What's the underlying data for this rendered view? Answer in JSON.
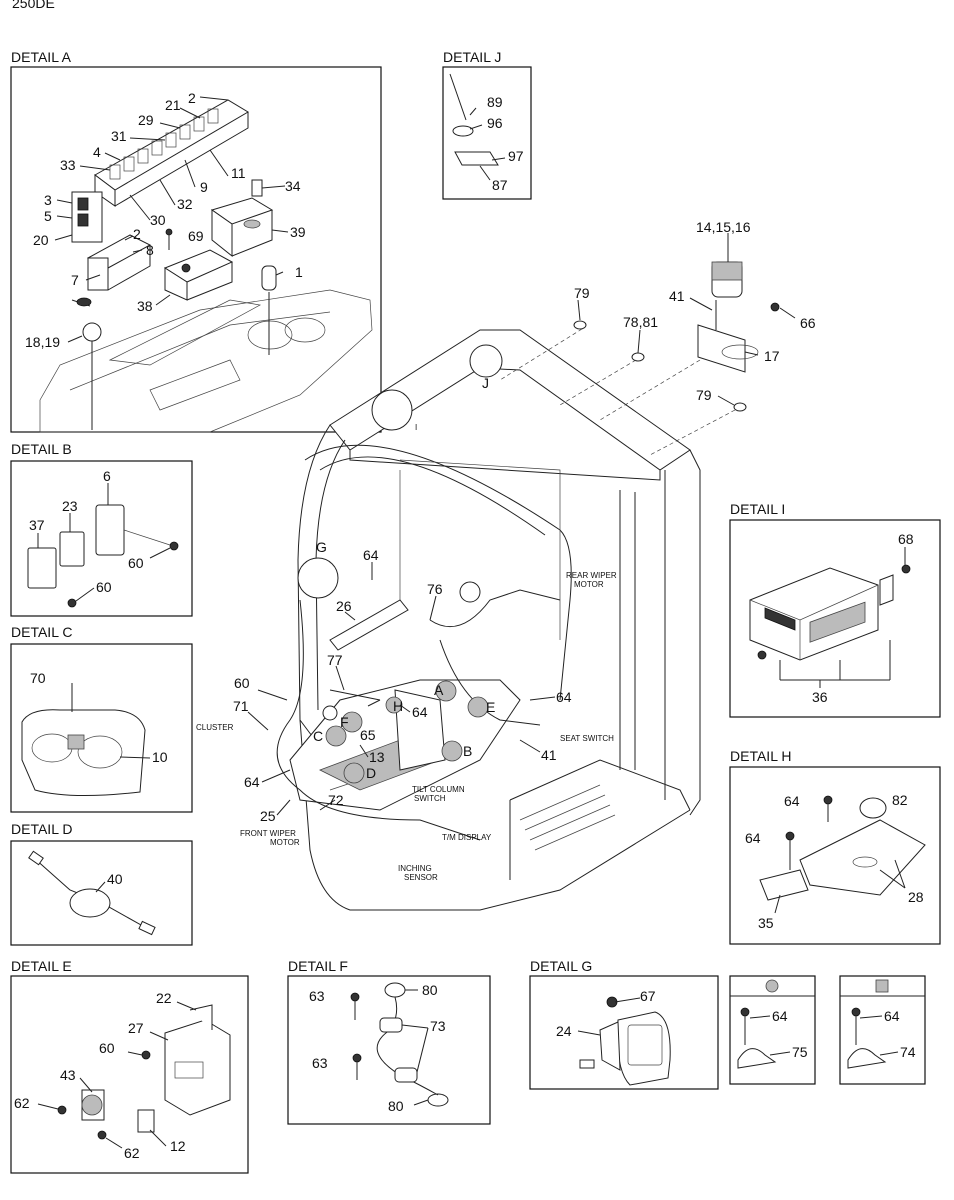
{
  "page": {
    "header": "250DE"
  },
  "details": {
    "a": {
      "title": "DETAIL A",
      "labels": [
        "2",
        "21",
        "29",
        "31",
        "4",
        "33",
        "3",
        "5",
        "20",
        "2",
        "8",
        "7",
        "18,19",
        "11",
        "34",
        "9",
        "32",
        "30",
        "39",
        "69",
        "1",
        "38"
      ]
    },
    "b": {
      "title": "DETAIL B",
      "labels": [
        "6",
        "23",
        "37",
        "60",
        "60"
      ]
    },
    "c": {
      "title": "DETAIL C",
      "labels": [
        "70",
        "10"
      ]
    },
    "d": {
      "title": "DETAIL D",
      "labels": [
        "40"
      ]
    },
    "e": {
      "title": "DETAIL E",
      "labels": [
        "22",
        "27",
        "60",
        "43",
        "62",
        "62",
        "12"
      ]
    },
    "f": {
      "title": "DETAIL F",
      "labels": [
        "63",
        "80",
        "73",
        "63",
        "80"
      ]
    },
    "g": {
      "title": "DETAIL G",
      "labels": [
        "67",
        "24"
      ]
    },
    "h": {
      "title": "DETAIL H",
      "labels": [
        "64",
        "82",
        "64",
        "28",
        "35"
      ]
    },
    "i": {
      "title": "DETAIL I",
      "labels": [
        "68",
        "36"
      ]
    },
    "j": {
      "title": "DETAIL J",
      "labels": [
        "89",
        "96",
        "97",
        "87"
      ]
    }
  },
  "legend": {
    "circle_box": {
      "labels": [
        "64",
        "75"
      ]
    },
    "square_box": {
      "labels": [
        "64",
        "74"
      ]
    }
  },
  "main": {
    "part_labels": [
      "14,15,16",
      "79",
      "41",
      "66",
      "78,81",
      "17",
      "79",
      "64",
      "76",
      "26",
      "60",
      "71",
      "77",
      "65",
      "64",
      "64",
      "41",
      "13",
      "64",
      "25",
      "72"
    ],
    "detail_markers": [
      "J",
      "I",
      "G",
      "A",
      "E",
      "F",
      "H",
      "C",
      "B",
      "D"
    ],
    "callouts": {
      "rear_wiper": [
        "REAR WIPER",
        "MOTOR"
      ],
      "cluster": "CLUSTER",
      "seat_switch": "SEAT SWITCH",
      "tilt_column": [
        "TILT COLUMN",
        "SWITCH"
      ],
      "front_wiper": [
        "FRONT WIPER",
        "MOTOR"
      ],
      "tm_display": "T/M DISPLAY",
      "inching": [
        "INCHING",
        "SENSOR"
      ]
    }
  }
}
